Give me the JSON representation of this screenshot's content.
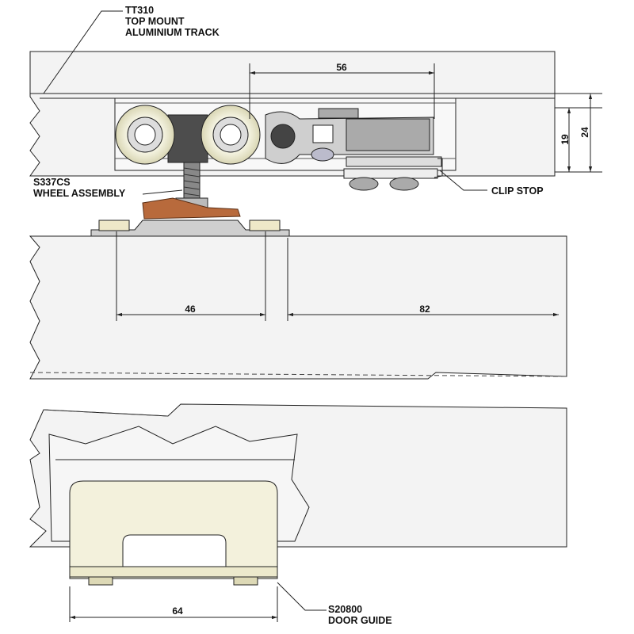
{
  "labels": {
    "track_code": "TT310",
    "track_line1": "TOP MOUNT",
    "track_line2": "ALUMINIUM TRACK",
    "wheel_code": "S337CS",
    "wheel_name": "WHEEL ASSEMBLY",
    "clip_stop": "CLIP STOP",
    "guide_code": "S20800",
    "guide_name": "DOOR GUIDE"
  },
  "dimensions": {
    "clip_offset": "56",
    "track_inner_height": "19",
    "track_outer_height": "24",
    "bracket_spacing": "46",
    "bracket_to_edge": "82",
    "guide_width": "64"
  },
  "colors": {
    "panel": "#f3f3f3",
    "wheel": "#f1f0d8",
    "cam": "#b86a3c",
    "guide": "#f3f1dc",
    "metal": "#c9c9c9",
    "dark": "#4a4a4a"
  }
}
